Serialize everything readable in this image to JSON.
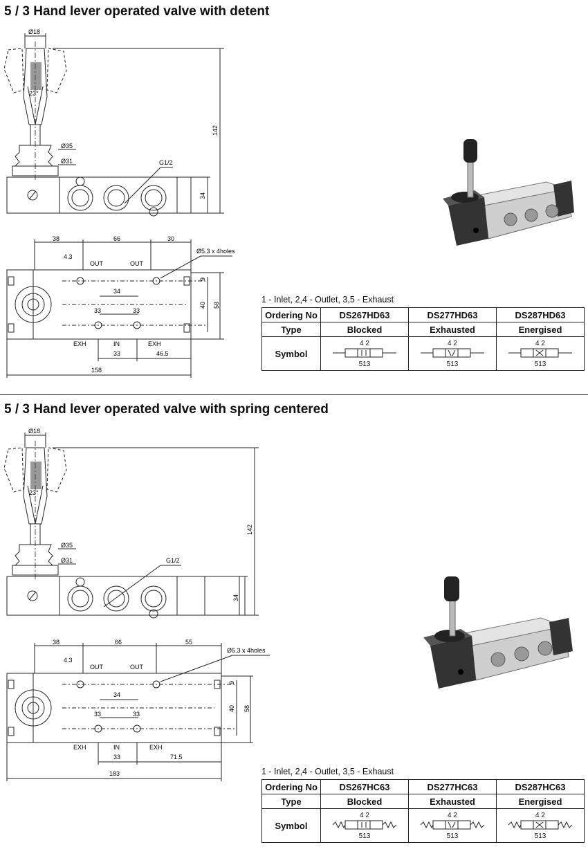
{
  "sections": [
    {
      "title": "5 / 3 Hand lever operated valve with detent",
      "dims": {
        "stem_dia": "Ø18",
        "angle": "23°",
        "boot_dia": "Ø35",
        "base_dia": "Ø31",
        "port_thread": "G1/2",
        "height": "142",
        "body_height": "34",
        "d38": "38",
        "d66": "66",
        "d_right": "30",
        "hole_dia": "Ø5.3 x 4holes",
        "d43": "4.3",
        "out1": "OUT",
        "out2": "OUT",
        "d34": "34",
        "d33a": "33",
        "d33b": "33",
        "exh1": "EXH",
        "in": "IN",
        "exh2": "EXH",
        "d33c": "33",
        "d_bottom_right": "46.5",
        "length": "158",
        "d9": "9",
        "d40": "40",
        "d58": "58"
      },
      "legend": "1 - Inlet,    2,4 - Outlet,    3,5 - Exhaust",
      "table": {
        "ordering_label": "Ordering No",
        "type_label": "Type",
        "symbol_label": "Symbol",
        "models": [
          "DS267HD63",
          "DS277HD63",
          "DS287HD63"
        ],
        "types": [
          "Blocked",
          "Exhausted",
          "Energised"
        ],
        "sym_top": "4 2",
        "sym_bottom": "513"
      }
    },
    {
      "title": "5 / 3 Hand lever operated valve with spring centered",
      "dims": {
        "stem_dia": "Ø18",
        "angle": "23°",
        "boot_dia": "Ø35",
        "base_dia": "Ø31",
        "port_thread": "G1/2",
        "height": "142",
        "body_height": "34",
        "d38": "38",
        "d66": "66",
        "d_right": "55",
        "hole_dia": "Ø5.3 x 4holes",
        "d43": "4.3",
        "out1": "OUT",
        "out2": "OUT",
        "d34": "34",
        "d33a": "33",
        "d33b": "33",
        "exh1": "EXH",
        "in": "IN",
        "exh2": "EXH",
        "d33c": "33",
        "d_bottom_right": "71.5",
        "length": "183",
        "d9": "9",
        "d40": "40",
        "d58": "58"
      },
      "legend": "1 - Inlet,    2,4 - Outlet,    3,5 - Exhaust",
      "table": {
        "ordering_label": "Ordering No",
        "type_label": "Type",
        "symbol_label": "Symbol",
        "models": [
          "DS267HC63",
          "DS277HC63",
          "DS287HC63"
        ],
        "types": [
          "Blocked",
          "Exhausted",
          "Energised"
        ],
        "sym_top": "4 2",
        "sym_bottom": "513"
      }
    }
  ]
}
